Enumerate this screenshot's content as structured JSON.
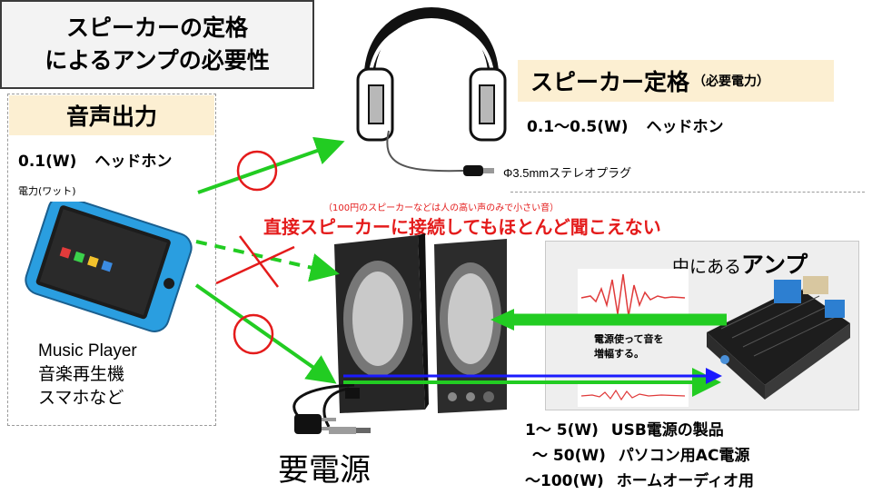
{
  "title": {
    "line1": "スピーカーの定格",
    "line2": "によるアンプの必要性"
  },
  "audio_output": {
    "heading": "音声出力",
    "rating": "0.1(W)",
    "device": "ヘッドホン",
    "power_note": "電力(ワット)"
  },
  "player": {
    "line1": "Music Player",
    "line2": "音楽再生機",
    "line3": "スマホなど"
  },
  "speaker_rating": {
    "heading": "スピーカー定格",
    "heading_sub": "（必要電力）",
    "rating": "0.1〜0.5(W)",
    "device": "ヘッドホン"
  },
  "plug_label": "Φ3.5mmステレオプラグ",
  "warning": {
    "note": "（100円のスピーカーなどは人の高い声のみで小さい音）",
    "main": "直接スピーカーに接続してもほとんど聞こえない"
  },
  "amp": {
    "prefix": "中にある",
    "bold": "アンプ",
    "annotation_line1": "電源使って音を",
    "annotation_line2": "増幅する。"
  },
  "power_required": "要電源",
  "power_specs": [
    {
      "range": "1〜  5(W)",
      "desc": "USB電源の製品"
    },
    {
      "range": "〜 50(W)",
      "desc": "パソコン用AC電源"
    },
    {
      "range": "〜100(W)",
      "desc": "ホームオーディオ用"
    }
  ],
  "colors": {
    "green": "#22cc22",
    "red": "#e41b1b",
    "blue": "#1a1aff",
    "beige": "#fcefd2"
  }
}
